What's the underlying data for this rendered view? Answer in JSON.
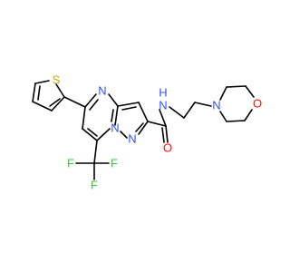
{
  "molecule": {
    "colors": {
      "bond": "#000000",
      "N": "#3050F8",
      "O": "#FF0D0D",
      "S": "#C6A800",
      "F": "#33CC33",
      "H": "#3050F8"
    },
    "labels": {
      "thiophene_S": "S",
      "pyrimidine_N4": "N",
      "bridge_N": "N",
      "pyrazole_N1": "N",
      "amide_NH": "N",
      "amide_H": "H",
      "carbonyl_O": "O",
      "morpholine_N": "N",
      "morpholine_O": "O",
      "F_left": "F",
      "F_right": "F",
      "F_bottom": "F"
    }
  }
}
